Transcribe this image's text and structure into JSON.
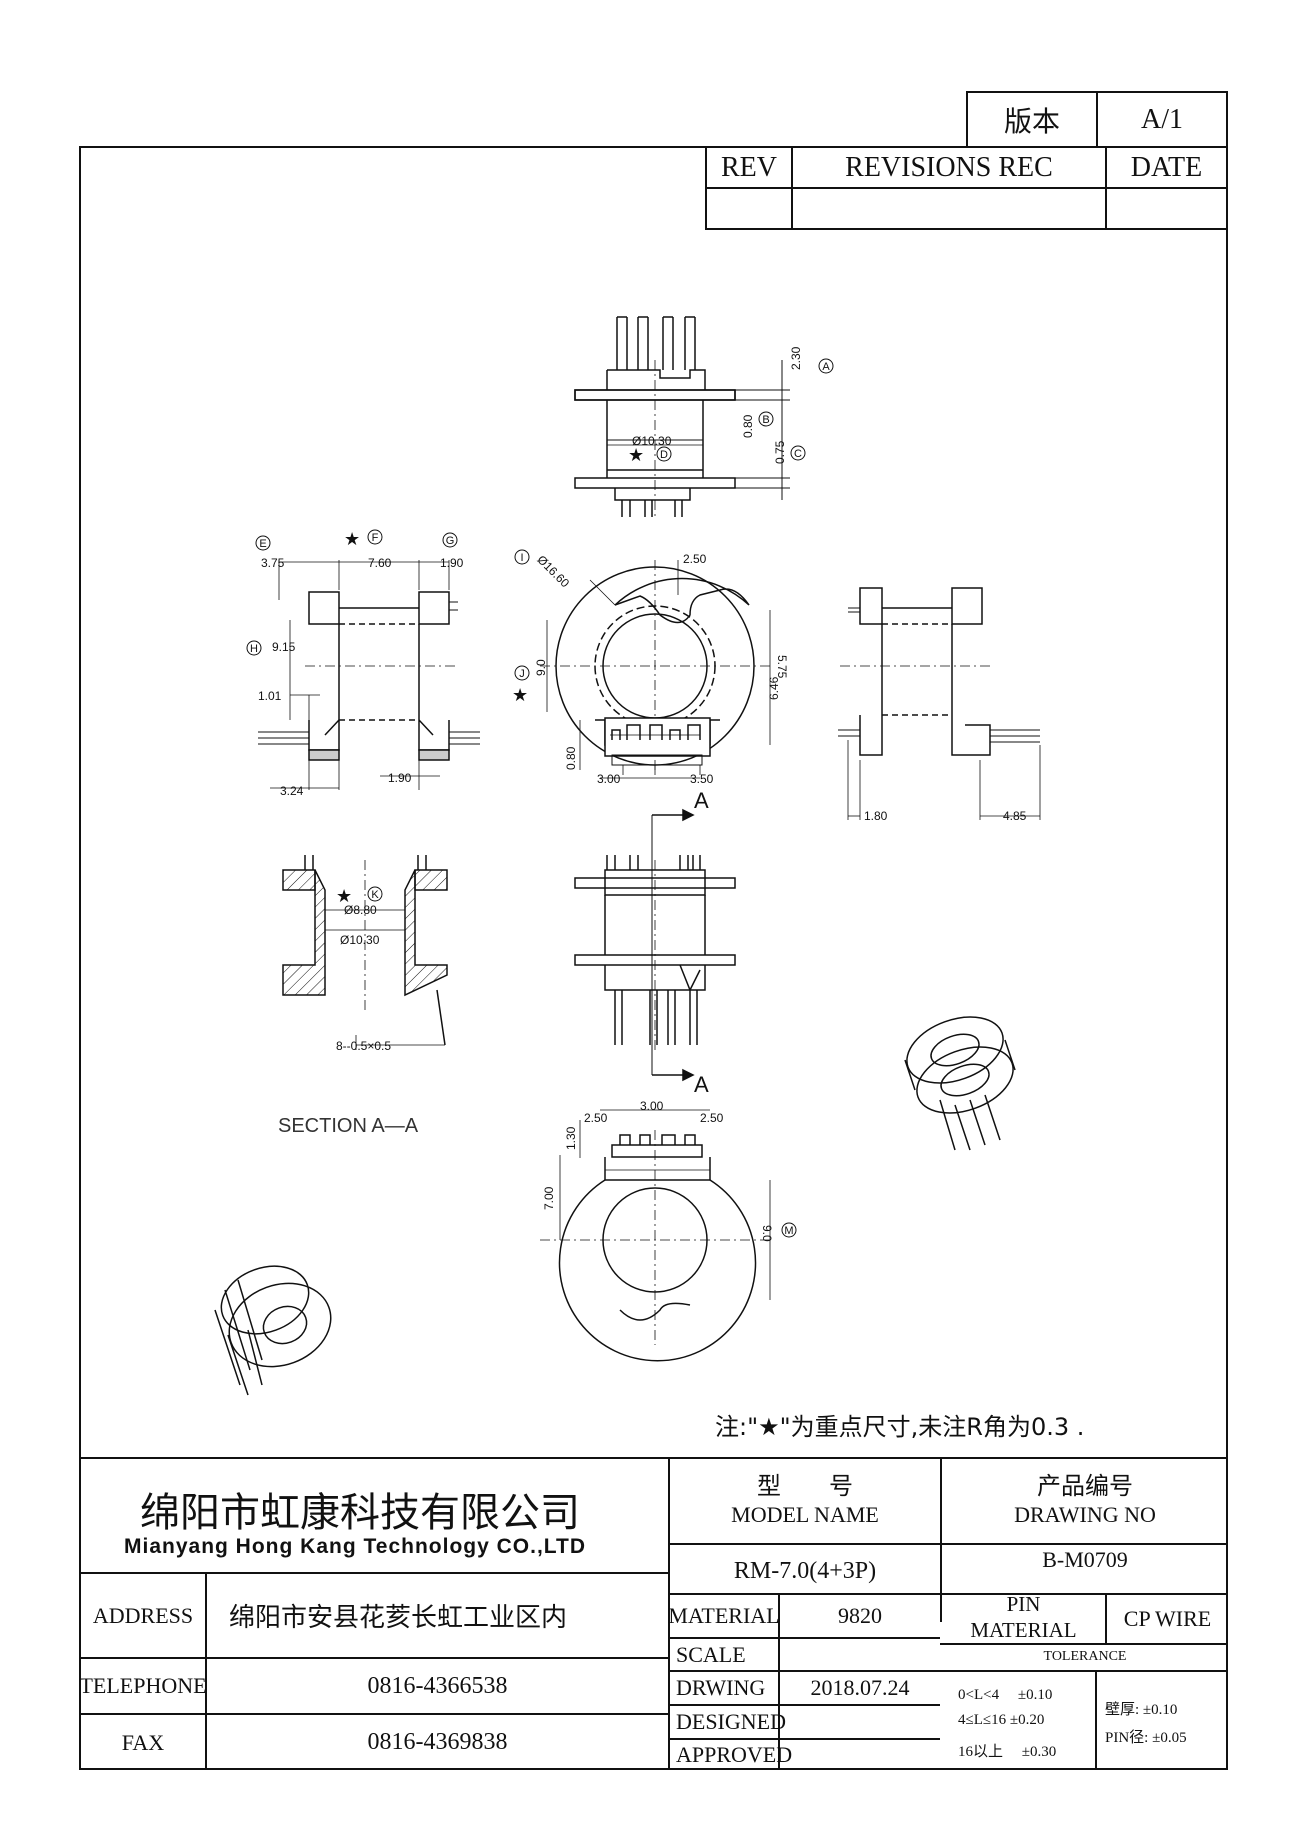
{
  "version_box": {
    "label": "版本",
    "value": "A/1"
  },
  "revision_table": {
    "rev": "REV",
    "records": "REVISIONS REC",
    "date": "DATE"
  },
  "dimensions": {
    "top": {
      "d1": "2.30",
      "d2": "0.80",
      "d3": "0.75",
      "dia": "Ø10.30",
      "A": "A",
      "B": "B",
      "C": "C",
      "D": "D"
    },
    "left": {
      "d375": "3.75",
      "d760": "7.60",
      "d190a": "1.90",
      "d915": "9.15",
      "d101": "1.01",
      "d324": "3.24",
      "d190b": "1.90",
      "E": "E",
      "F": "F",
      "G": "G",
      "H": "H"
    },
    "center": {
      "d250": "2.50",
      "dia1660": "Ø16.60",
      "d90": "9.0",
      "d575": "5.75",
      "d646": "6.46",
      "d080": "0.80",
      "d300": "3.00",
      "d350": "3.50",
      "I": "I",
      "J": "J"
    },
    "right": {
      "d180": "1.80",
      "d485": "4.85"
    },
    "section": {
      "dia880": "Ø8.80",
      "dia1030": "Ø10.30",
      "pins": "8--0.5×0.5",
      "K": "K",
      "caption": "SECTION A—A"
    },
    "front": {
      "cut_a_top": "A",
      "cut_a_bottom": "A"
    },
    "bottom": {
      "d250a": "2.50",
      "d300": "3.00",
      "d250b": "2.50",
      "d130": "1.30",
      "d700": "7.00",
      "d90": "9.0",
      "M": "M"
    },
    "star": "★"
  },
  "note": "注:\"★\"为重点尺寸,未注R角为0.3 .",
  "company": {
    "name_cn": "绵阳市虹康科技有限公司",
    "name_en": "Mianyang Hong Kang Technology CO.,LTD"
  },
  "address": {
    "label": "ADDRESS",
    "value": "绵阳市安县花荄长虹工业区内"
  },
  "telephone": {
    "label": "TELEPHONE",
    "value": "0816-4366538"
  },
  "fax": {
    "label": "FAX",
    "value": "0816-4369838"
  },
  "model": {
    "label_cn": "型　　号",
    "label_en": "MODEL NAME",
    "value": "RM-7.0(4+3P)"
  },
  "drawing_no": {
    "label_cn": "产品编号",
    "label_en": "DRAWING NO",
    "value": "B-M0709"
  },
  "material": {
    "label": "MATERIAL",
    "value": "9820"
  },
  "pin_material": {
    "label1": "PIN",
    "label2": "MATERIAL",
    "value": "CP WIRE"
  },
  "scale": {
    "label": "SCALE",
    "value": ""
  },
  "drawing": {
    "label": "DRWING",
    "value": "2018.07.24"
  },
  "designed": {
    "label": "DESIGNED",
    "value": ""
  },
  "approved": {
    "label": "APPROVED",
    "value": ""
  },
  "tolerance": {
    "label": "TOLERANCE",
    "rows": [
      "0<L<4　 ±0.10",
      "4≤L≤16 ±0.20",
      "16以上　 ±0.30"
    ],
    "wall": "壁厚: ±0.10",
    "pin": "PIN径: ±0.05"
  }
}
